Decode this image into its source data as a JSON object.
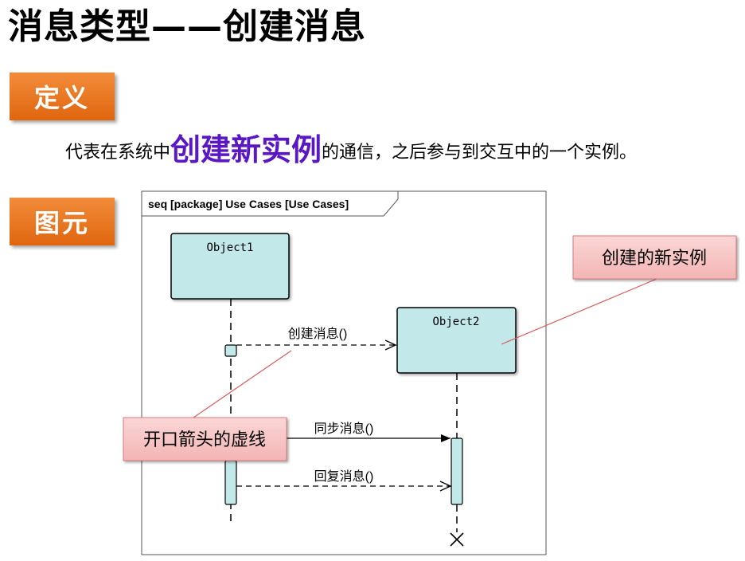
{
  "header": {
    "title": "消息类型——创建消息"
  },
  "section_definition": {
    "tag": "定义",
    "text_before": "代表在系统中",
    "highlight": "创建新实例",
    "text_after": "的通信，之后参与到交互中的一个实例。",
    "highlight_color": "#5a17c4"
  },
  "section_element": {
    "tag": "图元"
  },
  "diagram": {
    "frame_label": "seq [package] Use Cases [Use Cases]",
    "lifelines": [
      {
        "name": "Object1"
      },
      {
        "name": "Object2"
      }
    ],
    "messages": [
      {
        "label": "创建消息()",
        "kind": "create"
      },
      {
        "label": "同步消息()",
        "kind": "synchronous"
      },
      {
        "label": "回复消息()",
        "kind": "reply"
      }
    ],
    "callouts": [
      {
        "text": "创建的新实例"
      },
      {
        "text": "开口箭头的虚线"
      }
    ]
  },
  "colors": {
    "tag_orange": "#e8761f",
    "lifeline_fill": "#c3e8ea",
    "callout_fill": "#f7c6c6",
    "callout_line": "#d75a5a"
  }
}
